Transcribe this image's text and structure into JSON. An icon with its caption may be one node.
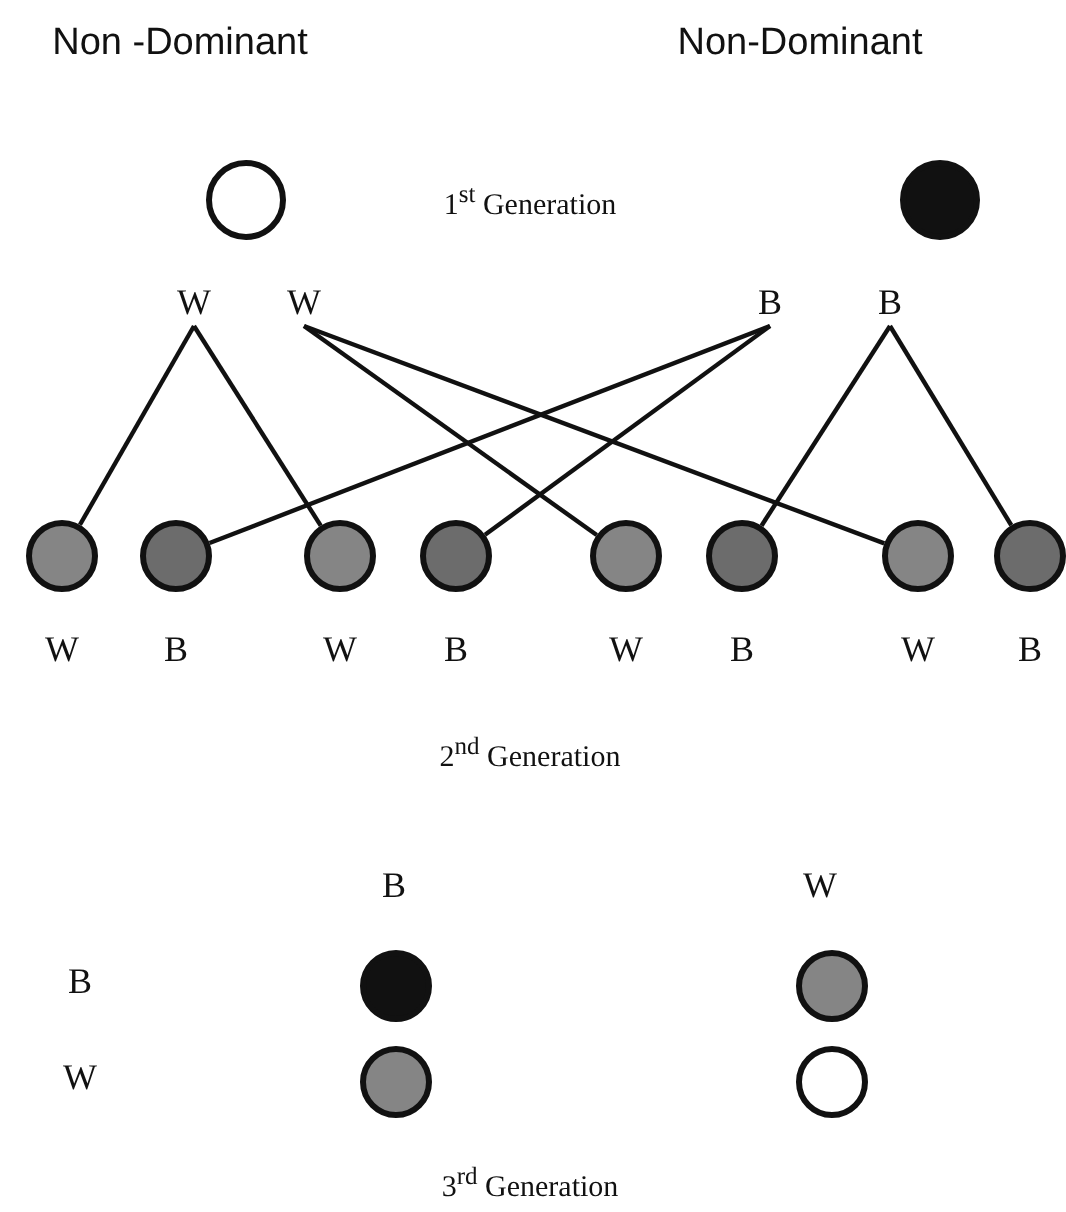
{
  "diagram": {
    "nodes": [
      {
        "text": [],
        "shape": "circle"
      },
      {
        "text": [],
        "shape": "circle"
      },
      {
        "text": [
          "W"
        ]
      },
      {
        "text": [
          "W"
        ]
      },
      {
        "text": [
          "B"
        ]
      },
      {
        "text": [
          "B"
        ]
      },
      {
        "text": [],
        "shape": "circle",
        "beside": [
          "W"
        ]
      },
      {
        "text": [],
        "shape": "circle",
        "beside": [
          "B"
        ]
      },
      {
        "text": [],
        "shape": "circle",
        "beside": [
          "W"
        ]
      },
      {
        "text": [],
        "shape": "circle",
        "beside": [
          "B"
        ]
      },
      {
        "text": [],
        "shape": "circle",
        "beside": [
          "W"
        ]
      },
      {
        "text": [],
        "shape": "circle",
        "beside": [
          "B"
        ]
      },
      {
        "text": [],
        "shape": "circle",
        "beside": [
          "W"
        ]
      },
      {
        "text": [],
        "shape": "circle",
        "beside": [
          "B"
        ]
      },
      {
        "text": [],
        "shape": "circle"
      },
      {
        "text": [],
        "shape": "circle"
      },
      {
        "text": [],
        "shape": "circle"
      },
      {
        "text": [],
        "shape": "circle"
      }
    ],
    "edges": [
      {
        "from": 2,
        "to": 6,
        "arrow": "none"
      },
      {
        "from": 2,
        "to": 8,
        "arrow": "none"
      },
      {
        "from": 3,
        "to": 10,
        "arrow": "none"
      },
      {
        "from": 3,
        "to": 12,
        "arrow": "none"
      },
      {
        "from": 4,
        "to": 7,
        "arrow": "none"
      },
      {
        "from": 4,
        "to": 9,
        "arrow": "none"
      },
      {
        "from": 5,
        "to": 11,
        "arrow": "none"
      },
      {
        "from": 5,
        "to": 13,
        "arrow": "none"
      }
    ],
    "labels": [
      "Non -Dominant",
      "Non-Dominant",
      "1$^{st}$ Generation",
      "2$^{nd}$ Generation",
      "B",
      "W",
      "B",
      "W",
      "3$^{rd}$ Generation"
    ]
  }
}
